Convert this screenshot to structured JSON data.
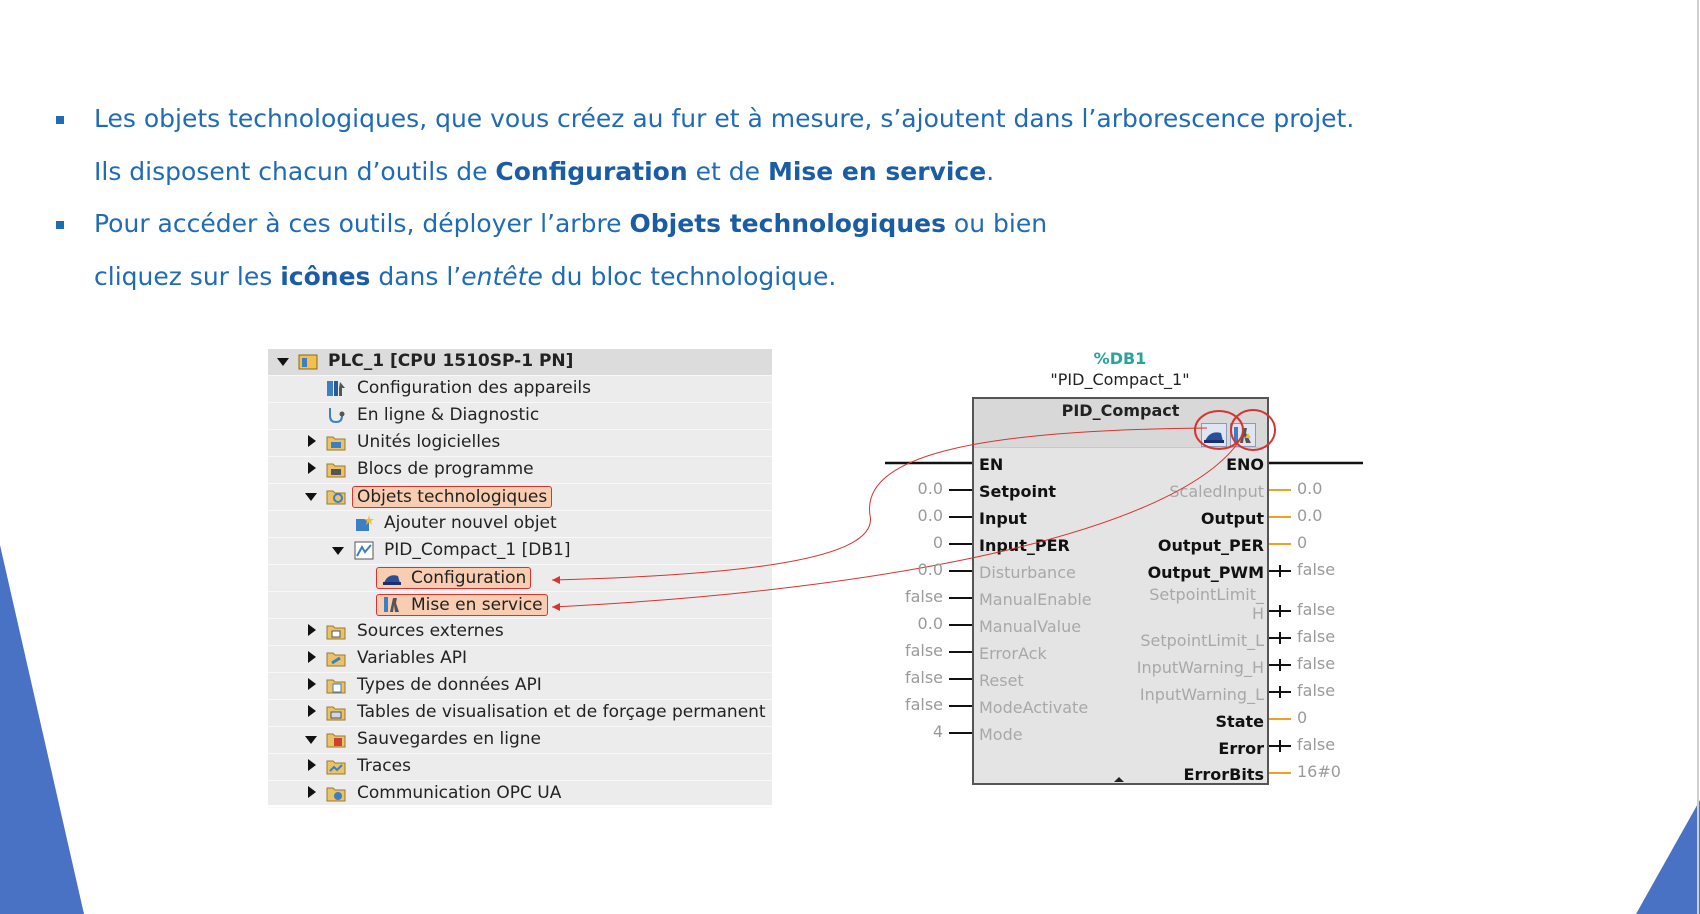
{
  "bullets": {
    "b1_line1": "Les objets technologiques, que vous créez au fur et à mesure, s’ajoutent dans l’arborescence projet.",
    "b1_line2_pre": "Ils disposent chacun d’outils de ",
    "b1_line2_bold1": "Configuration",
    "b1_line2_mid": " et de ",
    "b1_line2_bold2": "Mise en service",
    "b1_line2_post": ".",
    "b2_line1_pre": "Pour accéder à ces outils, déployer l’arbre ",
    "b2_line1_bold": "Objets technologiques",
    "b2_line1_post": " ou bien",
    "b2_line2_pre": "cliquez sur les ",
    "b2_line2_bold": "icônes",
    "b2_line2_mid": " dans l’",
    "b2_line2_italic": "entête",
    "b2_line2_post": " du bloc technologique."
  },
  "tree": {
    "items": [
      {
        "label": "PLC_1 [CPU 1510SP-1 PN]",
        "icon": "plc-icon"
      },
      {
        "label": "Configuration des appareils",
        "icon": "device-config-icon"
      },
      {
        "label": "En ligne & Diagnostic",
        "icon": "online-diagnostic-icon"
      },
      {
        "label": "Unités logicielles",
        "icon": "folder-icon"
      },
      {
        "label": "Blocs de programme",
        "icon": "folder-icon"
      },
      {
        "label": "Objets technologiques",
        "icon": "folder-icon"
      },
      {
        "label": "Ajouter nouvel objet",
        "icon": "add-object-icon"
      },
      {
        "label": "PID_Compact_1 [DB1]",
        "icon": "pid-icon"
      },
      {
        "label": "Configuration",
        "icon": "configuration-icon"
      },
      {
        "label": "Mise en service",
        "icon": "commissioning-icon"
      },
      {
        "label": "Sources externes",
        "icon": "folder-icon"
      },
      {
        "label": "Variables API",
        "icon": "folder-icon"
      },
      {
        "label": "Types de données API",
        "icon": "folder-icon"
      },
      {
        "label": "Tables de visualisation et de forçage permanent",
        "icon": "folder-icon"
      },
      {
        "label": "Sauvegardes en ligne",
        "icon": "folder-icon"
      },
      {
        "label": "Traces",
        "icon": "folder-icon"
      },
      {
        "label": "Communication OPC UA",
        "icon": "folder-icon"
      }
    ]
  },
  "fb": {
    "db_number": "%DB1",
    "instance": "\"PID_Compact_1\"",
    "type": "PID_Compact",
    "inputs": [
      {
        "name": "EN",
        "value": ""
      },
      {
        "name": "Setpoint",
        "value": "0.0"
      },
      {
        "name": "Input",
        "value": "0.0"
      },
      {
        "name": "Input_PER",
        "value": "0"
      },
      {
        "name": "Disturbance",
        "value": "0.0"
      },
      {
        "name": "ManualEnable",
        "value": "false"
      },
      {
        "name": "ManualValue",
        "value": "0.0"
      },
      {
        "name": "ErrorAck",
        "value": "false"
      },
      {
        "name": "Reset",
        "value": "false"
      },
      {
        "name": "ModeActivate",
        "value": "false"
      },
      {
        "name": "Mode",
        "value": "4"
      }
    ],
    "outputs": [
      {
        "name": "ENO",
        "value": ""
      },
      {
        "name": "ScaledInput",
        "value": "0.0"
      },
      {
        "name": "Output",
        "value": "0.0"
      },
      {
        "name": "Output_PER",
        "value": "0"
      },
      {
        "name": "Output_PWM",
        "value": "false"
      },
      {
        "name": "SetpointLimit_",
        "name2": "H",
        "value": "false"
      },
      {
        "name": "SetpointLimit_L",
        "value": "false"
      },
      {
        "name": "InputWarning_H",
        "value": "false"
      },
      {
        "name": "InputWarning_L",
        "value": "false"
      },
      {
        "name": "State",
        "value": "0"
      },
      {
        "name": "Error",
        "value": "false"
      },
      {
        "name": "ErrorBits",
        "value": "16#0"
      }
    ]
  },
  "colors": {
    "text_blue": "#1f6bb5",
    "accent_blue": "#4a72c4",
    "highlight_red": "#d9332f",
    "db_teal": "#2aa39a"
  }
}
